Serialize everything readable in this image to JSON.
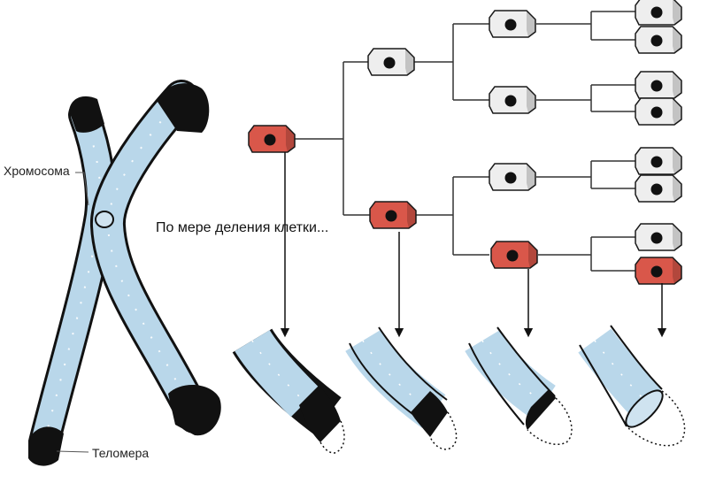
{
  "labels": {
    "chromosome": "Хромосома",
    "telomere": "Теломера",
    "caption": "По мере деления клетки..."
  },
  "colors": {
    "tube_fill": "#b9d7ea",
    "tube_stroke": "#1a1a1a",
    "telomere": "#111111",
    "cell_white": "#eeeeee",
    "cell_red": "#d9574a",
    "line": "#333333"
  },
  "icons": {
    "arrow": "arrow-down-icon",
    "cell": "cell-icon"
  }
}
